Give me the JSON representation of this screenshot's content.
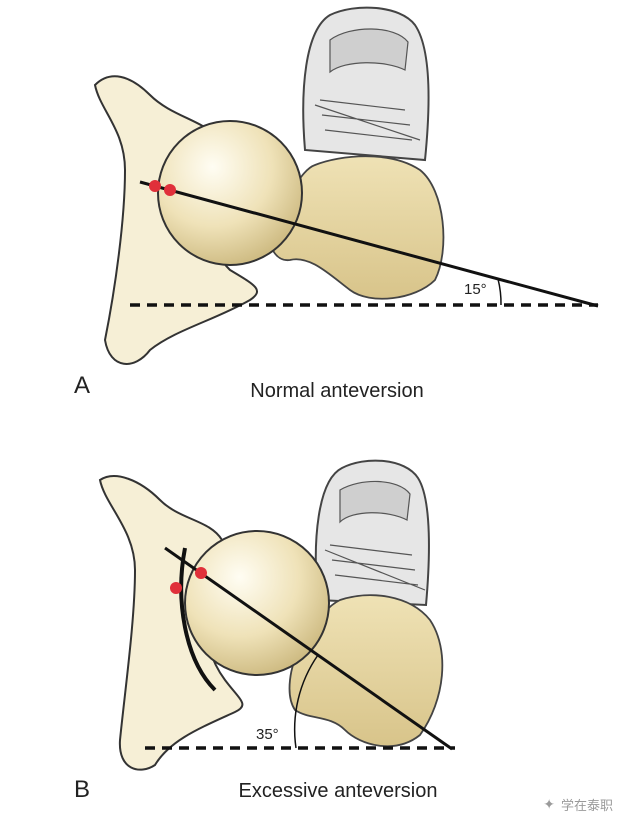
{
  "panels": [
    {
      "letter": "A",
      "caption": "Normal anteversion",
      "angle_label": "15°",
      "angle_degrees": 15
    },
    {
      "letter": "B",
      "caption": "Excessive anteversion",
      "angle_label": "35°",
      "angle_degrees": 35
    }
  ],
  "watermark": {
    "text": "学在泰职"
  },
  "colors": {
    "bone": "#f3ebcd",
    "bone_dark": "#d9c790",
    "line": "#111111",
    "marker": "#e0303a"
  }
}
